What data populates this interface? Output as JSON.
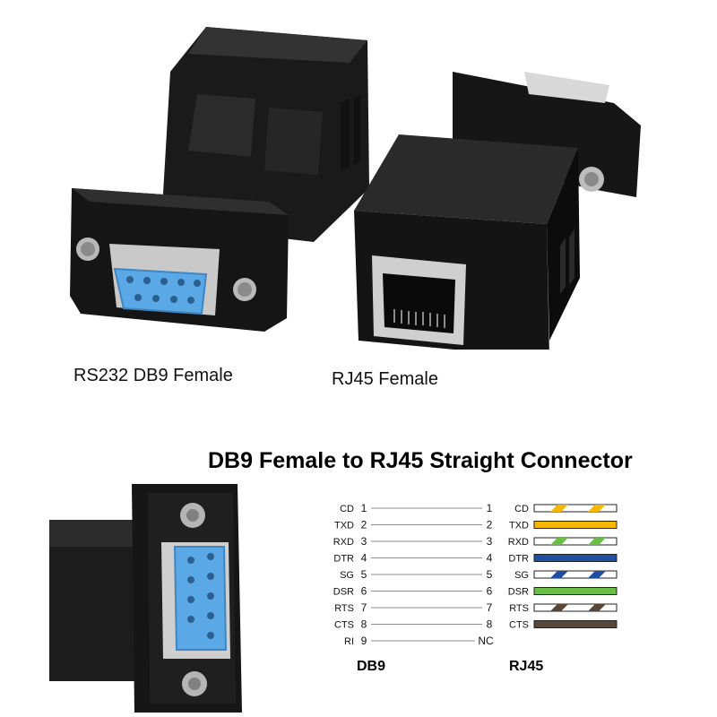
{
  "captions": {
    "db9_female": "RS232 DB9 Female",
    "rj45_female": "RJ45 Female"
  },
  "diagram": {
    "title": "DB9 Female to RJ45 Straight Connector",
    "left_footer": "DB9",
    "right_footer": "RJ45",
    "pins": [
      {
        "left_name": "CD",
        "left_pin": "1",
        "right_pin": "1",
        "right_name": "CD",
        "wire": "white-orange"
      },
      {
        "left_name": "TXD",
        "left_pin": "2",
        "right_pin": "2",
        "right_name": "TXD",
        "wire": "orange"
      },
      {
        "left_name": "RXD",
        "left_pin": "3",
        "right_pin": "3",
        "right_name": "RXD",
        "wire": "white-green"
      },
      {
        "left_name": "DTR",
        "left_pin": "4",
        "right_pin": "4",
        "right_name": "DTR",
        "wire": "blue"
      },
      {
        "left_name": "SG",
        "left_pin": "5",
        "right_pin": "5",
        "right_name": "SG",
        "wire": "white-blue"
      },
      {
        "left_name": "DSR",
        "left_pin": "6",
        "right_pin": "6",
        "right_name": "DSR",
        "wire": "green"
      },
      {
        "left_name": "RTS",
        "left_pin": "7",
        "right_pin": "7",
        "right_name": "RTS",
        "wire": "white-brown"
      },
      {
        "left_name": "CTS",
        "left_pin": "8",
        "right_pin": "8",
        "right_name": "CTS",
        "wire": "brown"
      },
      {
        "left_name": "RI",
        "left_pin": "9",
        "right_pin": "NC",
        "right_name": "",
        "wire": "none"
      }
    ],
    "wire_colors": {
      "orange": "#F5B800",
      "green": "#6BBE45",
      "blue": "#1E4FA3",
      "brown": "#5A4636",
      "white": "#FFFFFF",
      "outline": "#222222"
    }
  }
}
